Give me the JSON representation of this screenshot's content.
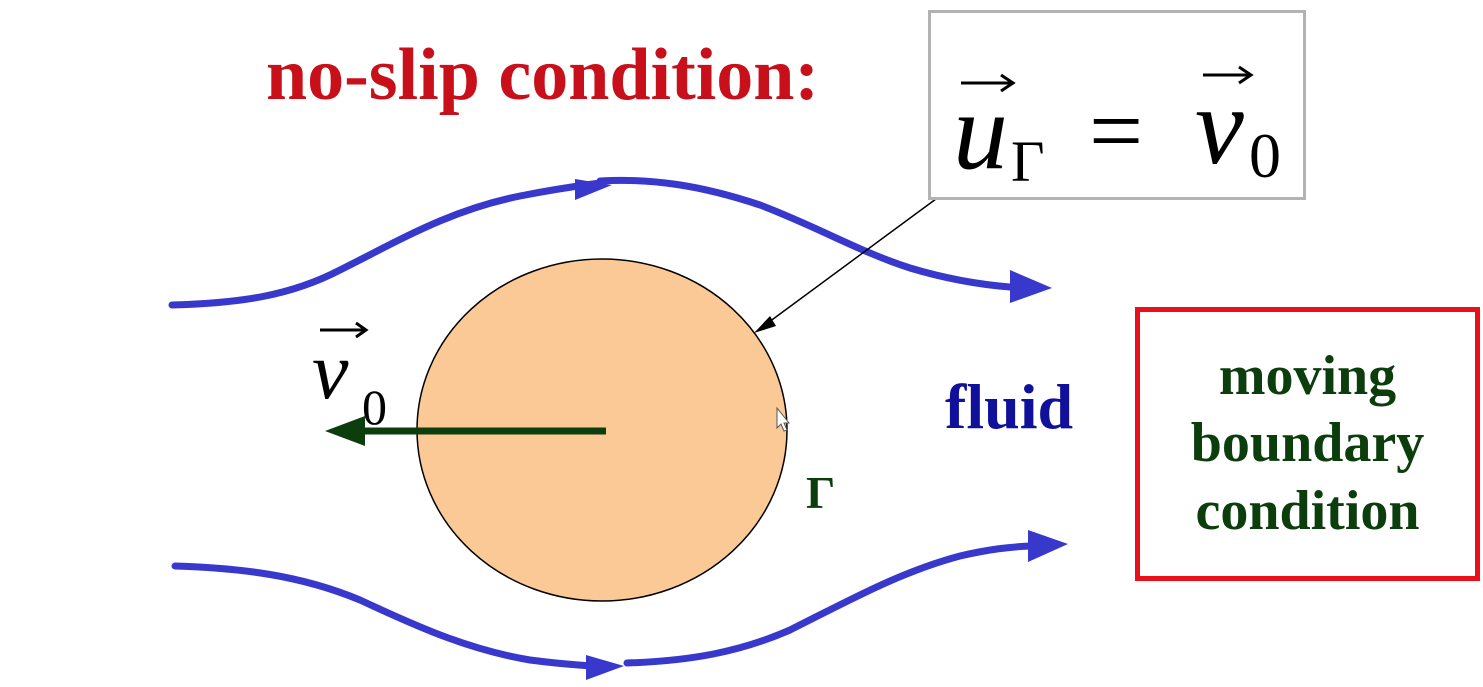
{
  "title": "no-slip condition:",
  "equation": {
    "lhs_symbol": "u",
    "lhs_subscript": "Γ",
    "operator": "=",
    "rhs_symbol": "v",
    "rhs_subscript": "0"
  },
  "velocity_label": {
    "symbol": "v",
    "subscript": "0"
  },
  "fluid_label": "fluid",
  "boundary_symbol": "Γ",
  "boundary_condition_box": {
    "line1": "moving",
    "line2": "boundary",
    "line3": "condition"
  },
  "colors": {
    "title": "#c8101a",
    "streamline": "#3838cc",
    "body_fill": "#fbc996",
    "velocity_arrow": "#0c3d0c",
    "fluid_text": "#10109a",
    "box_border": "#e8101a",
    "eq_box_border": "#b3b3b3"
  },
  "icons": [
    "vector-arrow-icon",
    "mouse-cursor-icon"
  ]
}
